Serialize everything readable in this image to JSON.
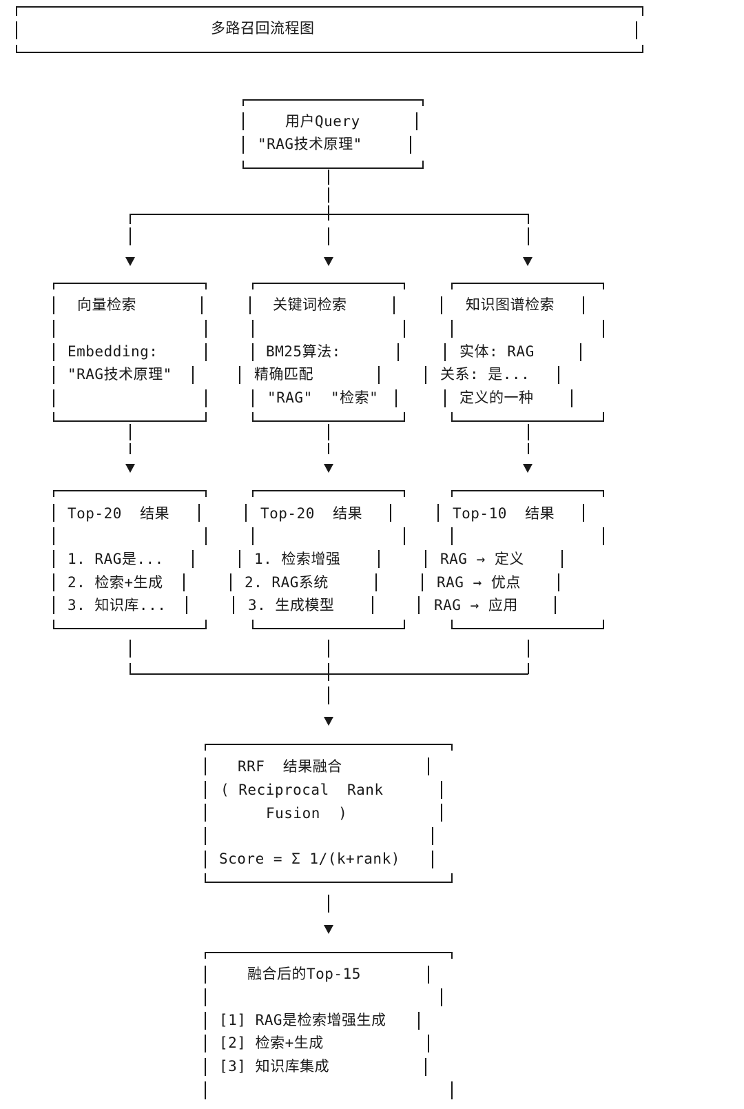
{
  "title": "多路召回流程图",
  "query": {
    "label": "用户Query",
    "text": "\"RAG技术原理\""
  },
  "retrieval": {
    "vector": {
      "title": "向量检索",
      "line1": "Embedding:",
      "line2": "\"RAG技术原理\""
    },
    "keyword": {
      "title": "关键词检索",
      "line1": "BM25算法:",
      "line2": "精确匹配",
      "line3": "\"RAG\"  \"检索\""
    },
    "graph": {
      "title": "知识图谱检索",
      "line1": "实体: RAG",
      "line2": "关系: 是...",
      "line3": "定义的一种"
    }
  },
  "results": {
    "vector": {
      "title": "Top-20  结果",
      "items": [
        "1. RAG是...",
        "2. 检索+生成",
        "3. 知识库..."
      ]
    },
    "keyword": {
      "title": "Top-20  结果",
      "items": [
        "1. 检索增强",
        "2. RAG系统",
        "3. 生成模型"
      ]
    },
    "graph": {
      "title": "Top-10  结果",
      "items": [
        "RAG → 定义",
        "RAG → 优点",
        "RAG → 应用"
      ]
    }
  },
  "fusion": {
    "title": "RRF  结果融合",
    "line1": "( Reciprocal  Rank",
    "line2": "Fusion  )",
    "formula": "Score = Σ 1/(k+rank)"
  },
  "final": {
    "title": "融合后的Top-15",
    "items": [
      "[1] RAG是检索增强生成",
      "[2] 检索+生成",
      "[3] 知识库集成"
    ]
  }
}
